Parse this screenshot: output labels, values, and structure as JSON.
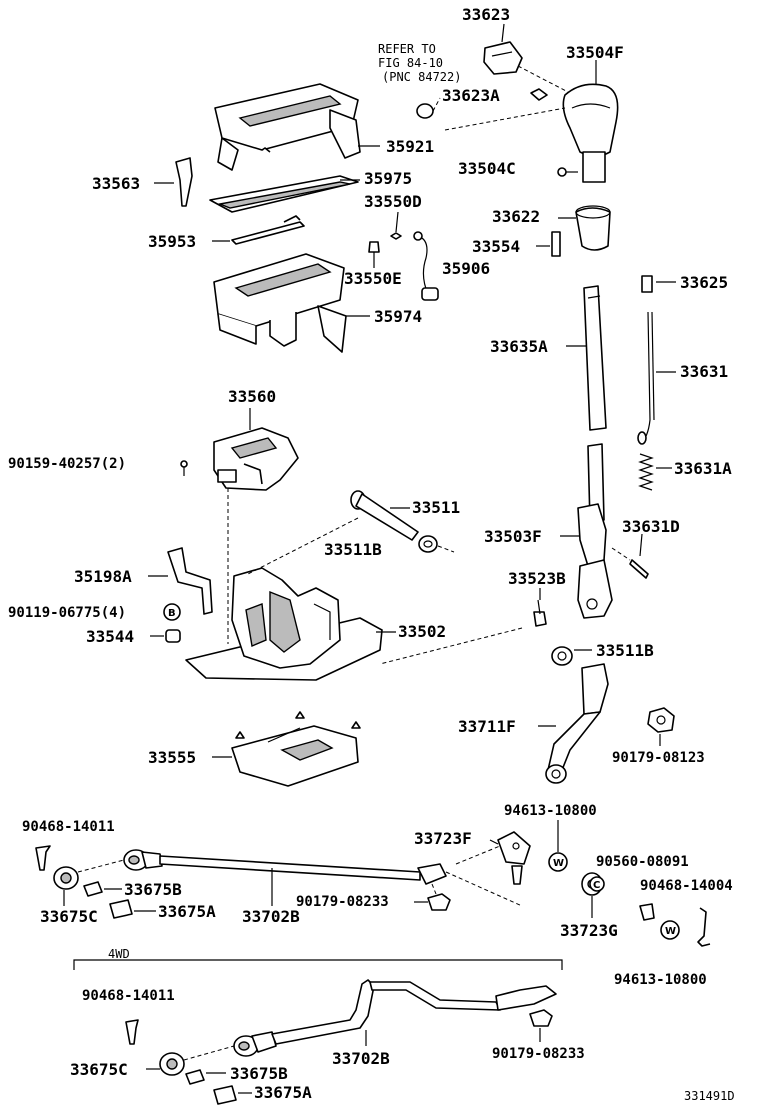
{
  "notes": {
    "refer_line1": "REFER TO",
    "refer_line2": "FIG 84-10",
    "refer_line3": "(PNC 84722)",
    "group_4wd": "4WD",
    "figure_code": "331491D"
  },
  "washer_marks": {
    "b": "B",
    "c": "C",
    "w": "W"
  },
  "labels": {
    "p33623": "33623",
    "p33504F": "33504F",
    "p33623A": "33623A",
    "p35921": "35921",
    "p33504C": "33504C",
    "p33563": "33563",
    "p35975": "35975",
    "p33550D": "33550D",
    "p33622": "33622",
    "p35953": "35953",
    "p33554": "33554",
    "p33550E": "33550E",
    "p35906": "35906",
    "p33625": "33625",
    "p35974": "35974",
    "p33635A": "33635A",
    "p33631": "33631",
    "p33560": "33560",
    "p90159": "90159-40257(2)",
    "p33631A": "33631A",
    "p33511": "33511",
    "p33511B_top": "33511B",
    "p33503F": "33503F",
    "p33631D": "33631D",
    "p35198A": "35198A",
    "p33523B": "33523B",
    "p90119": "90119-06775(4)",
    "p33544": "33544",
    "p33502": "33502",
    "p33511B_right": "33511B",
    "p33711F": "33711F",
    "p33555": "33555",
    "p90179_08123": "90179-08123",
    "p94613_a": "94613-10800",
    "p90468_a": "90468-14011",
    "p33723F": "33723F",
    "p90560": "90560-08091",
    "p33675B_a": "33675B",
    "p90179_08233_a": "90179-08233",
    "p90468_b": "90468-14004",
    "p33675C_a": "33675C",
    "p33675A_a": "33675A",
    "p33702B_a": "33702B",
    "p33723G": "33723G",
    "p94613_b": "94613-10800",
    "p90468_c": "90468-14011",
    "p33702B_b": "33702B",
    "p90179_08233_b": "90179-08233",
    "p33675C_b": "33675C",
    "p33675B_b": "33675B",
    "p33675A_b": "33675A"
  }
}
